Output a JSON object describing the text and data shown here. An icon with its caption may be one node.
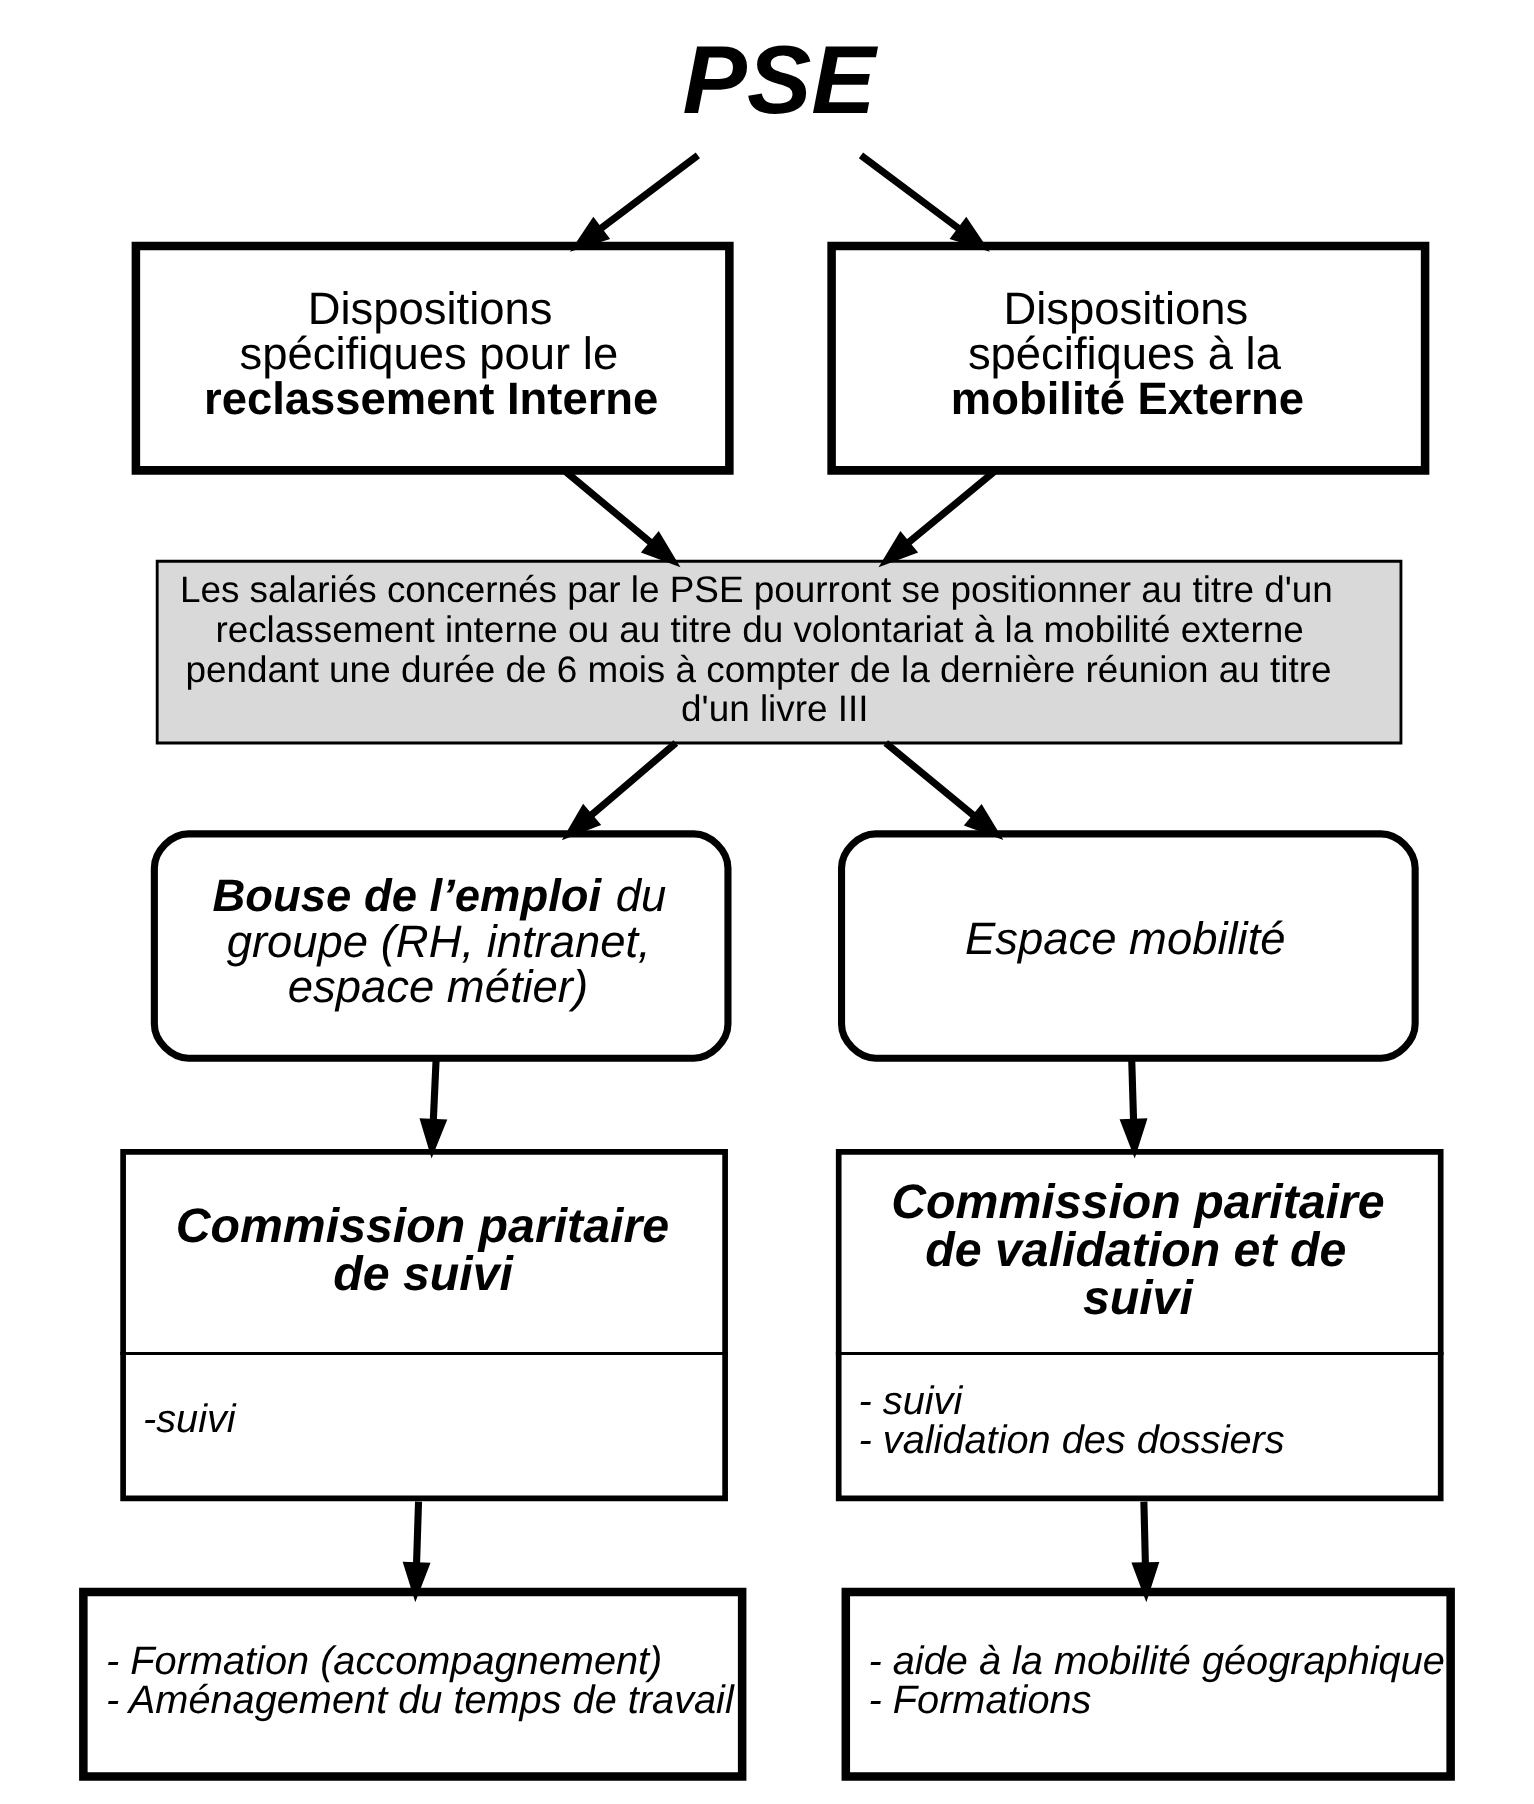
{
  "diagram": {
    "nodes": [
      {
        "text": [
          "PSE"
        ]
      },
      {
        "text": [
          "Dispositions spécifiques pour le **reclassement Interne**"
        ]
      },
      {
        "text": [
          "Dispositions spécifiques à la **mobilité Externe**"
        ]
      },
      {
        "text": [
          "Les salariés concernés par le PSE pourront se positionner au titre d'un reclassement interne ou au titre du volontariat à la mobilité externe pendant une durée de 6 mois à compter de la dernière réunion au titre d'un livre III"
        ]
      },
      {
        "text": [
          "**Bouse de l’emploi** du groupe (RH, intranet, espace métier)"
        ]
      },
      {
        "text": [
          "Espace mobilité"
        ]
      },
      {
        "text": [
          "Commission paritaire de suivi",
          "-suivi"
        ]
      },
      {
        "text": [
          "Commission paritaire de validation et de suivi",
          "- suivi",
          "- validation des dossiers"
        ]
      },
      {
        "text": [
          "- Formation (accompagnement)",
          "- Aménagement du temps de travail"
        ]
      },
      {
        "text": [
          "- aide à la mobilité géographique",
          "- Formations"
        ]
      }
    ],
    "edges": [
      {
        "from": 0,
        "to": 1,
        "arrow": "to"
      },
      {
        "from": 0,
        "to": 2,
        "arrow": "to"
      },
      {
        "from": 1,
        "to": 3,
        "arrow": "to"
      },
      {
        "from": 2,
        "to": 3,
        "arrow": "to"
      },
      {
        "from": 3,
        "to": 4,
        "arrow": "to"
      },
      {
        "from": 3,
        "to": 5,
        "arrow": "to"
      },
      {
        "from": 4,
        "to": 6,
        "arrow": "to"
      },
      {
        "from": 5,
        "to": 7,
        "arrow": "to"
      },
      {
        "from": 6,
        "to": 8,
        "arrow": "to"
      },
      {
        "from": 7,
        "to": 9,
        "arrow": "to"
      }
    ]
  }
}
